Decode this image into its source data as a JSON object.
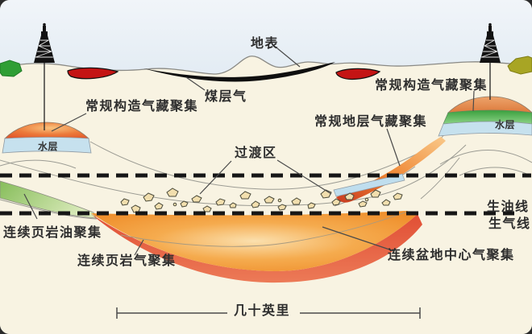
{
  "diagram": {
    "description": "basin petroleum system cross-section",
    "labels": {
      "surface": "地表",
      "coalbed_gas": "煤层气",
      "conv_structural_left": "常规构造气藏聚集",
      "conv_structural_right": "常规构造气藏聚集",
      "water_layer_left": "水层",
      "water_layer_right": "水层",
      "conv_stratigraphic": "常规地层气藏聚集",
      "transition_zone": "过渡区",
      "oil_generation_line": "生油线",
      "gas_generation_line": "生气线",
      "continuous_shale_oil": "连续页岩油聚集",
      "continuous_shale_gas": "连续页岩气聚集",
      "continuous_basin_center_gas": "连续盆地中心气聚集",
      "scale_bar": "几十英里"
    },
    "colors": {
      "sky": "#e1eaf2",
      "ground": "#f8f3e2",
      "coal_seam": "#0f0f0f",
      "gas_lens_red": "#c41414",
      "water_layer_blue": "#c6e1ee",
      "structural_cap_orange": "#e2572a",
      "right_cap_green": "#3aa03e",
      "shale_oil_green": "#86bd5a",
      "basin_rim_red": "#e14f35",
      "basin_center_orange": "#ef8f2c",
      "basin_core_light": "#fbd79e",
      "vegetation_green": "#2f9e35",
      "vegetation_olive": "#a8a524",
      "strata_gray": "#9b9b93",
      "dashed_line_black": "#161616"
    },
    "icons": {
      "derrick_left": "oil-derrick-icon",
      "derrick_right": "oil-derrick-icon"
    }
  }
}
